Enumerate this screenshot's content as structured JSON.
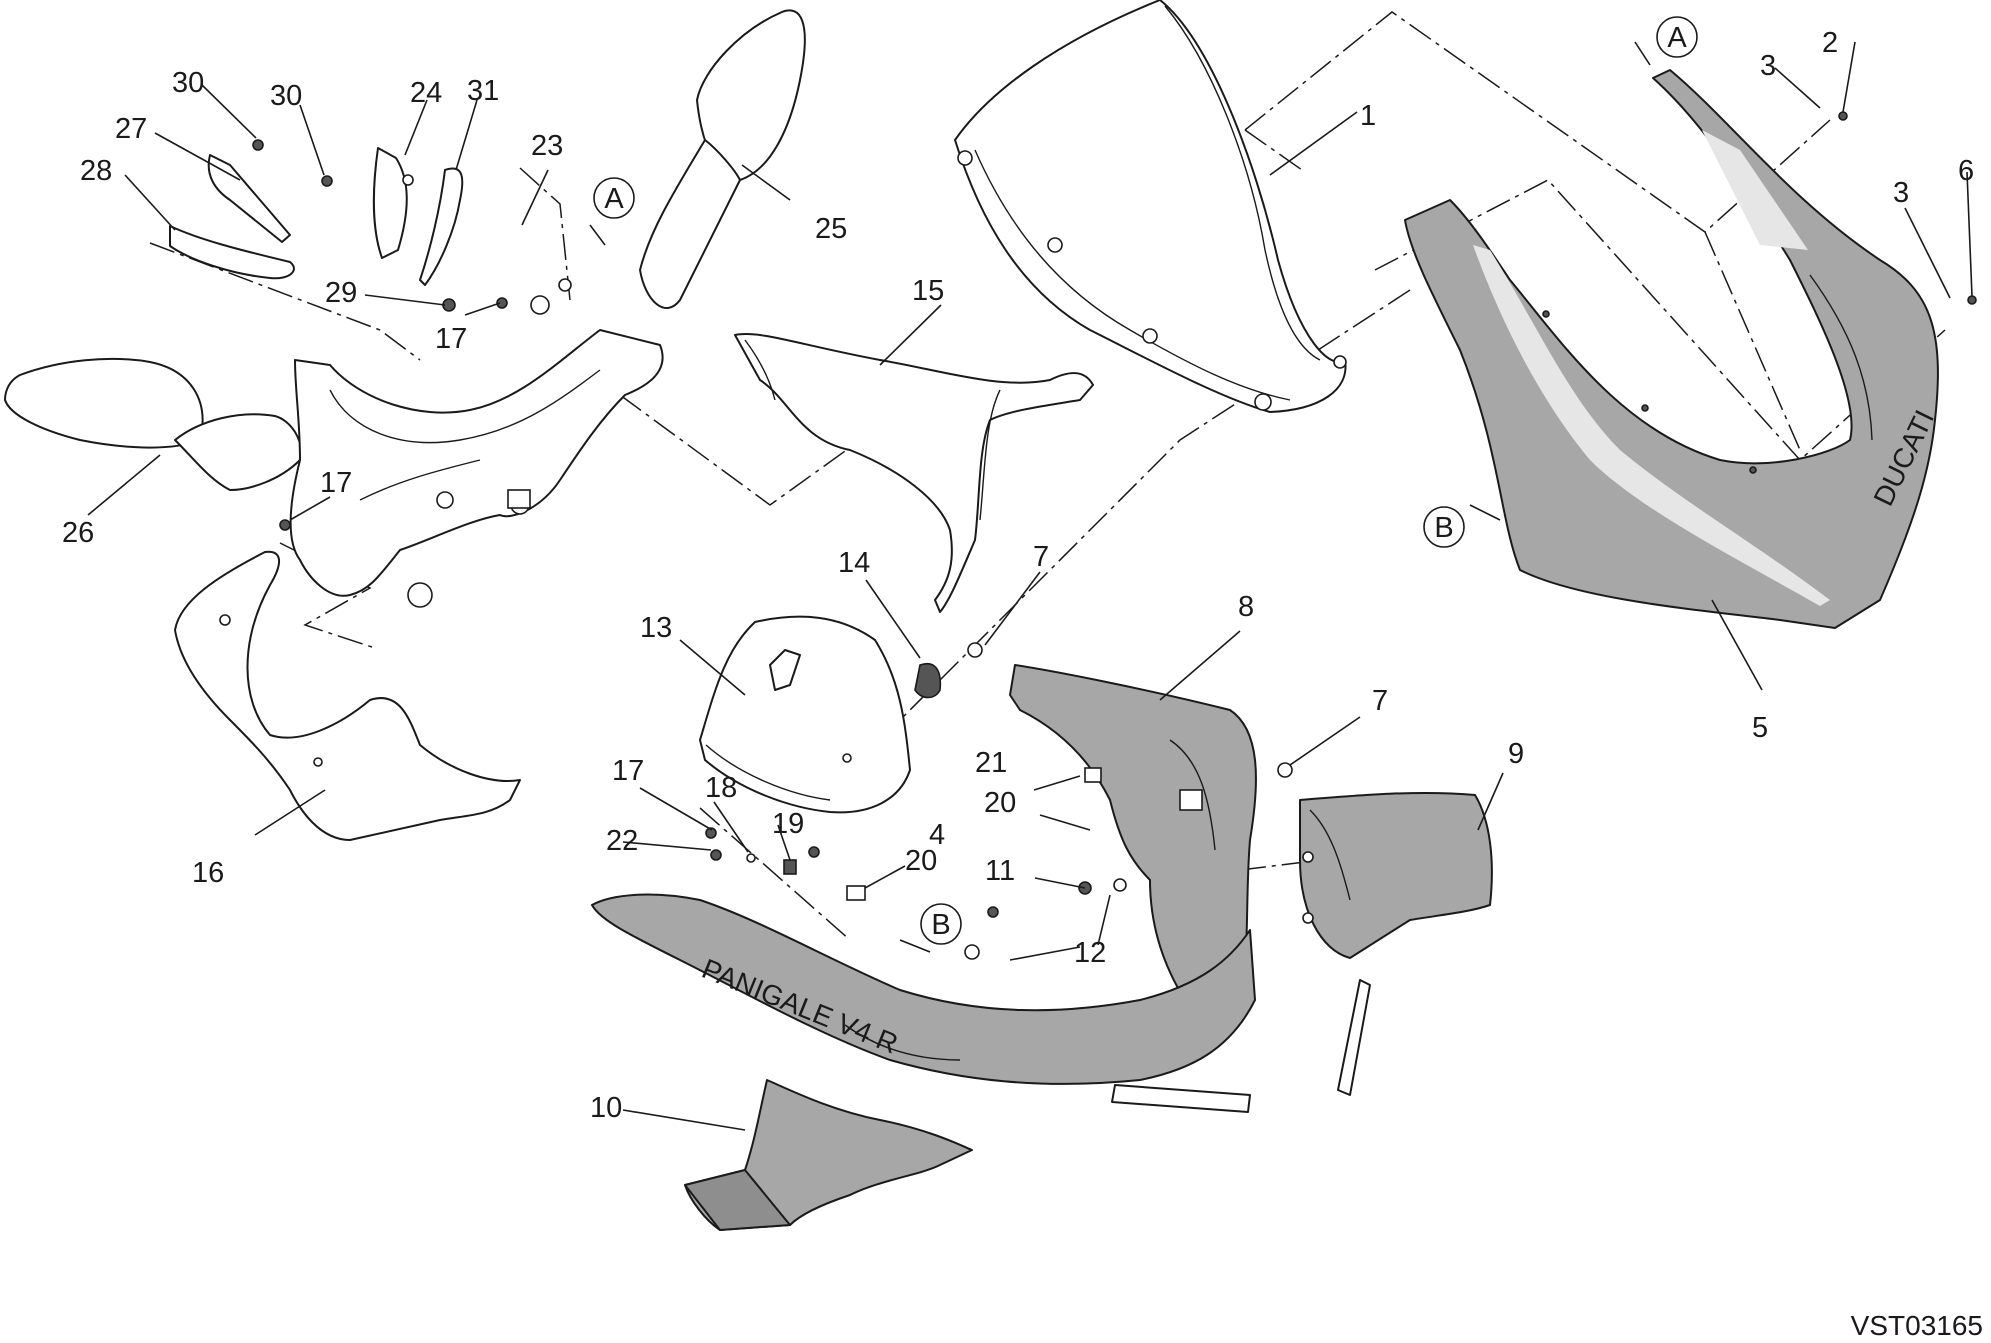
{
  "drawing_code": "VST03165",
  "colors": {
    "line": "#1a1a1a",
    "fairing_gray": "#a7a7a7",
    "dark_gray": "#8e8e8e",
    "stripe": "#e6e6e6"
  },
  "callouts": {
    "c1": "1",
    "c2": "2",
    "c3a": "3",
    "c3b": "3",
    "c4": "4",
    "c5": "5",
    "c6": "6",
    "c7a": "7",
    "c7b": "7",
    "c8": "8",
    "c9": "9",
    "c10": "10",
    "c11": "11",
    "c12": "12",
    "c13": "13",
    "c14": "14",
    "c15": "15",
    "c16": "16",
    "c17a": "17",
    "c17b": "17",
    "c17c": "17",
    "c18": "18",
    "c19": "19",
    "c20a": "20",
    "c20b": "20",
    "c21": "21",
    "c22": "22",
    "c23": "23",
    "c24": "24",
    "c25": "25",
    "c26": "26",
    "c27": "27",
    "c28": "28",
    "c29": "29",
    "c30a": "30",
    "c30b": "30",
    "c31": "31"
  },
  "reference_marks": {
    "a1": "A",
    "a2": "A",
    "b1": "B",
    "b2": "B"
  },
  "decals": {
    "brand": "DUCATI",
    "model": "PANIGALE V4 R"
  }
}
